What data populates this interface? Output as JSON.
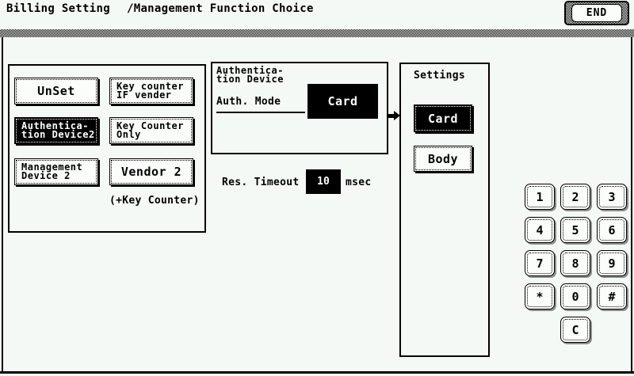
{
  "header": {
    "title": "Billing Setting",
    "subtitle": "/Management Function Choice",
    "end_button": "END"
  },
  "device_choice": {
    "buttons": [
      {
        "lines": [
          "UnSet"
        ],
        "selected": false
      },
      {
        "lines": [
          "Key counter",
          "IF vender"
        ],
        "selected": false
      },
      {
        "lines": [
          "Authentica-",
          "tion Device2"
        ],
        "selected": true
      },
      {
        "lines": [
          "Key Counter",
          "Only"
        ],
        "selected": false
      },
      {
        "lines": [
          "Management",
          "Device 2"
        ],
        "selected": false
      },
      {
        "lines": [
          "Vendor 2"
        ],
        "selected": false
      }
    ],
    "note": "(+Key Counter)"
  },
  "auth_device": {
    "label_lines": [
      "Authentica-",
      "tion Device"
    ],
    "mode_label": "Auth. Mode",
    "mode_value": "Card"
  },
  "response_timeout": {
    "label": "Res. Timeout",
    "value": "10",
    "unit": "msec"
  },
  "settings": {
    "title": "Settings",
    "options": [
      {
        "label": "Card",
        "selected": true
      },
      {
        "label": "Body",
        "selected": false
      }
    ]
  },
  "keypad": {
    "keys": [
      "1",
      "2",
      "3",
      "4",
      "5",
      "6",
      "7",
      "8",
      "9",
      "*",
      "0",
      "#"
    ],
    "clear_key": "C"
  },
  "icons": {
    "flow_arrow": "arrow-right"
  },
  "colors": {
    "background": "#f5f9f5",
    "ink": "#000000",
    "selected_bg": "#000000",
    "selected_text": "#ffffff",
    "button_fill": "#fafdfa",
    "key_shadow": "#8a8f8a"
  }
}
